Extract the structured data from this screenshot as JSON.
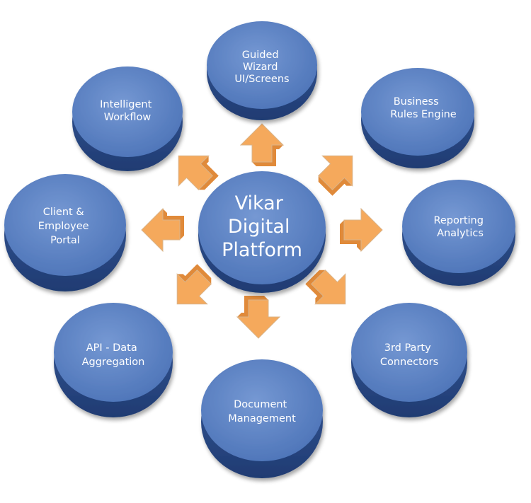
{
  "center": {
    "lines": [
      "Vikar",
      "Digital",
      "Platform"
    ]
  },
  "nodes": [
    {
      "id": "guided-wizard",
      "lines": [
        "Guided",
        "Wizard",
        "UI/Screens"
      ]
    },
    {
      "id": "business-rules-engine",
      "lines": [
        "Business",
        "Rules Engine"
      ]
    },
    {
      "id": "reporting-analytics",
      "lines": [
        "Reporting",
        "Analytics"
      ]
    },
    {
      "id": "third-party-connectors",
      "lines": [
        "3rd Party",
        "Connectors"
      ]
    },
    {
      "id": "document-management",
      "lines": [
        "Document",
        "Management"
      ]
    },
    {
      "id": "api-data-aggregation",
      "lines": [
        "API - Data",
        "Aggregation"
      ]
    },
    {
      "id": "client-employee-portal",
      "lines": [
        "Client &",
        "Employee",
        "Portal"
      ]
    },
    {
      "id": "intelligent-workflow",
      "lines": [
        "Intelligent",
        "Workflow"
      ]
    }
  ],
  "colors": {
    "disc_top": "#5e86c8",
    "disc_side": "#2f4f8f",
    "disc_edge": "#3c63a6",
    "arrow_fill": "#f5a95c",
    "arrow_shade": "#e08a3a",
    "arrow_stroke": "#d9b48a"
  },
  "arrow_count": 8
}
